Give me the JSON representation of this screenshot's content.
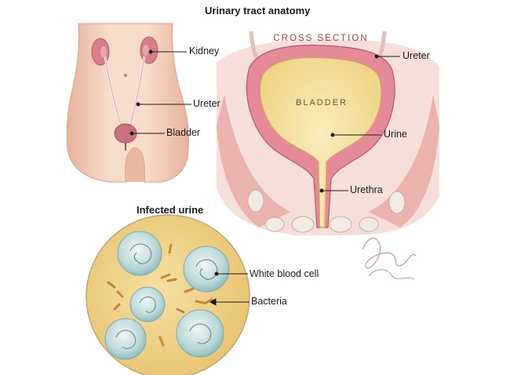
{
  "titles": {
    "main": "Urinary tract anatomy",
    "infected": "Infected urine",
    "cross_section": "CROSS SECTION",
    "bladder_inner": "BLADDER"
  },
  "labels": {
    "kidney": "Kidney",
    "ureter_body": "Ureter",
    "bladder": "Bladder",
    "ureter_cross": "Ureter",
    "urine": "Urine",
    "urethra": "Urethra",
    "white_blood_cell": "White blood cell",
    "bacteria": "Bacteria"
  },
  "signature": "Laura Schwartz",
  "colors": {
    "skin": "#f3d2bd",
    "skin_shadow": "#e2a990",
    "kidney": "#d77a84",
    "bladder_wall": "#e07d8c",
    "urine": "#f6e3a2",
    "muscle": "#e6a4a0",
    "petri_bg": "#f0d891",
    "cell": "#c9e0df",
    "bacteria": "#c88a3c",
    "signature": "#d98f9a"
  }
}
